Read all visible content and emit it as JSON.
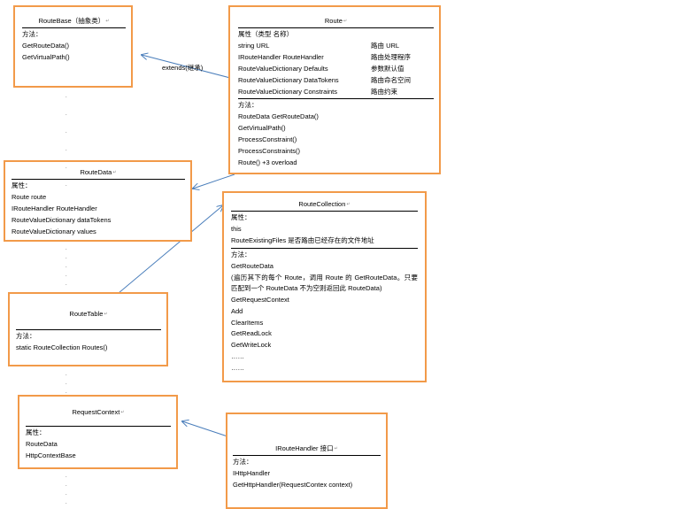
{
  "route_base": {
    "title": "RouteBase（抽象类）",
    "lines": [
      "方法：",
      "GetRouteData()",
      "GetVirtualPath()"
    ]
  },
  "route": {
    "title": "Route",
    "props_header": "属性（类型  名称）",
    "props": [
      {
        "left": "string URL",
        "right": "路由 URL"
      },
      {
        "left": "IRouteHandler   RouteHandler",
        "right": "路由处理程序"
      },
      {
        "left": "RouteValueDictionary  Defaults",
        "right": "参数默认值"
      },
      {
        "left": "RouteValueDictionary  DataTokens",
        "right": "路由命名空间"
      },
      {
        "left": "RouteValueDictionary  Constraints",
        "right": "路由约束"
      }
    ],
    "methods_header": "方法：",
    "methods": [
      "RouteData  GetRouteData()",
      "GetVirtualPath()",
      "ProcessConstraint()",
      "ProcessConstraints()",
      "Route()     +3 overload"
    ]
  },
  "route_data": {
    "title": "RouteData",
    "lines": [
      "属性：",
      "Route  route",
      "IRouteHandler   RouteHandler",
      "RouteValueDictionary  dataTokens",
      "RouteValueDictionary  values"
    ]
  },
  "route_collection": {
    "title": "RouteCollection",
    "props_header": "属性：",
    "props": [
      "this"
    ],
    "existing_files": "RouteExistingFiles      是否路由已经存在的文件地址",
    "methods_header": "方法：",
    "get_route_data": "GetRouteData",
    "get_route_data_desc": "(遍历其下的每个 Route，调用 Route 的 GetRouteData。只要匹配到一个 RouteData 不为空则返回此 RouteData)",
    "methods": [
      "GetRequestContext",
      "Add",
      "ClearItems",
      "GetReadLock",
      "GetWriteLock",
      "……",
      "……"
    ]
  },
  "route_table": {
    "title": "RouteTable",
    "lines": [
      "方法：",
      "static RouteCollection   Routes()"
    ]
  },
  "request_context": {
    "title": "RequestContext",
    "lines": [
      "属性：",
      "RouteData",
      "HttpContextBase"
    ]
  },
  "route_handler": {
    "title": "IRouteHandler    接口",
    "lines": [
      "方法：",
      "IHttpHandler",
      "GetHttpHandler(RequestContex    context)"
    ]
  },
  "edges": {
    "extends_label": "extends(继承)"
  }
}
